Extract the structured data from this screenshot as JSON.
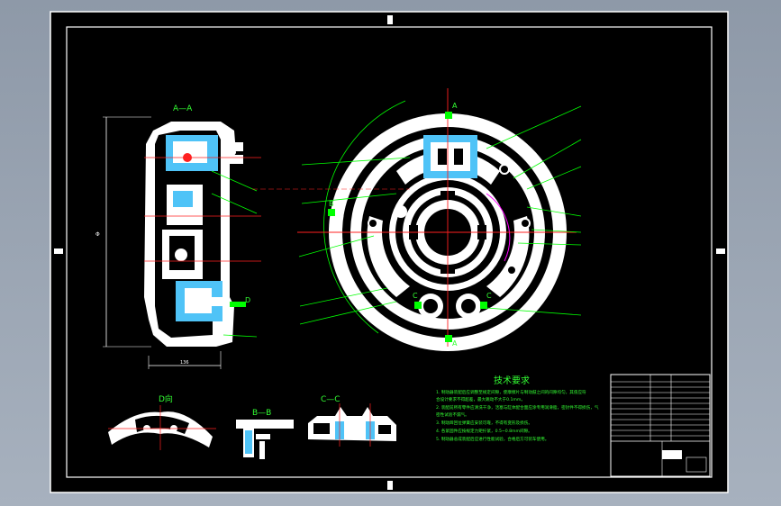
{
  "colors": {
    "background": "#000000",
    "frame": "#ffffff",
    "leader": "#00ff00",
    "centerline": "#ff2020",
    "hatch": "#4fc3f7",
    "part": "#ffffff",
    "accent": "#ff00ff"
  },
  "views": {
    "section_aa": "A—A",
    "view_d": "D向",
    "section_bb": "B—B",
    "section_cc": "C—C",
    "marker_a_top": "A",
    "marker_a_bottom": "A",
    "marker_b": "B",
    "marker_c_left": "C",
    "marker_c_right": "C",
    "marker_d": "D"
  },
  "dimensions": {
    "height_label": "Φ",
    "width_label": "136"
  },
  "tech_title": "技术要求",
  "notes": [
    "1. 制动器装配后应调整至规定间隙，使摩擦片与制动鼓之间的间隙均匀，其值应符",
    "   合设计要求不得超差，最大跳动不大于0.1mm。",
    "2. 装配前所有零件应清洗干净，活塞与缸体配合面应涂专用润滑脂，密封件不得损伤，气",
    "   密性试验不漏气。",
    "3. 制动蹄回位弹簧应安装可靠，不得有变形及损伤。",
    "4. 各紧固件应按规定力矩拧紧，0.5~0.8mm间隙。",
    "5. 制动器总成装配后应进行性能试验，合格后方可装车使用。"
  ],
  "title_block": {
    "rows": 12
  }
}
